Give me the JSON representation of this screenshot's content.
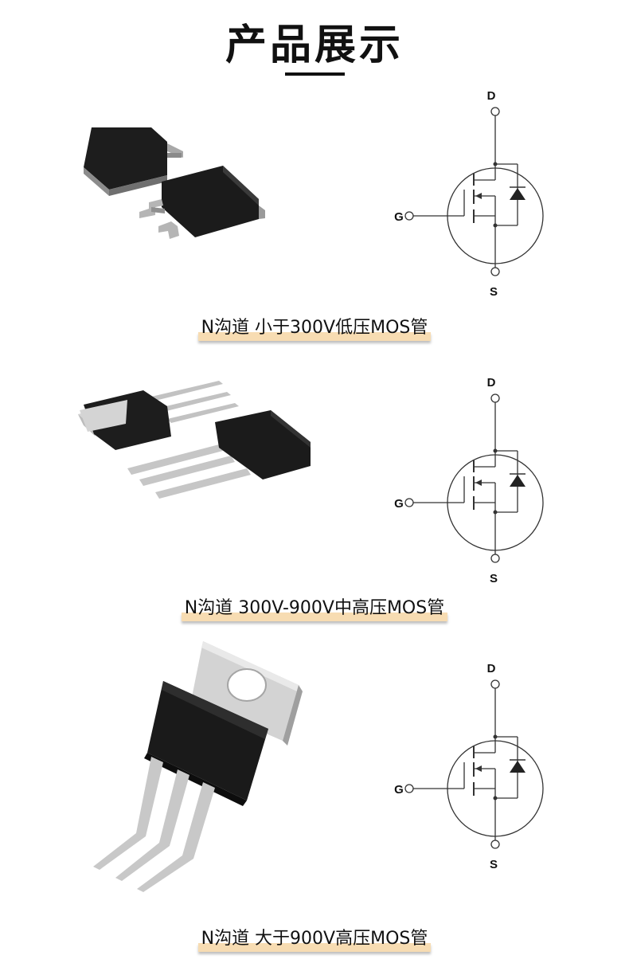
{
  "page": {
    "title": "产品展示"
  },
  "products": [
    {
      "caption": "N沟道 小于300V低压MOS管",
      "package_icon": "to-252-dpak-icon"
    },
    {
      "caption": "N沟道 300V-900V中高压MOS管",
      "package_icon": "to-251-ipak-icon"
    },
    {
      "caption": "N沟道 大于900V高压MOS管",
      "package_icon": "to-220-icon"
    }
  ],
  "schematic": {
    "drain_label": "D",
    "gate_label": "G",
    "source_label": "S",
    "icon": "n-channel-mosfet-symbol-icon"
  },
  "colors": {
    "highlight": "#f7dcb2",
    "package_body": "#1b1b1b",
    "metal": "#c9c9c9"
  }
}
